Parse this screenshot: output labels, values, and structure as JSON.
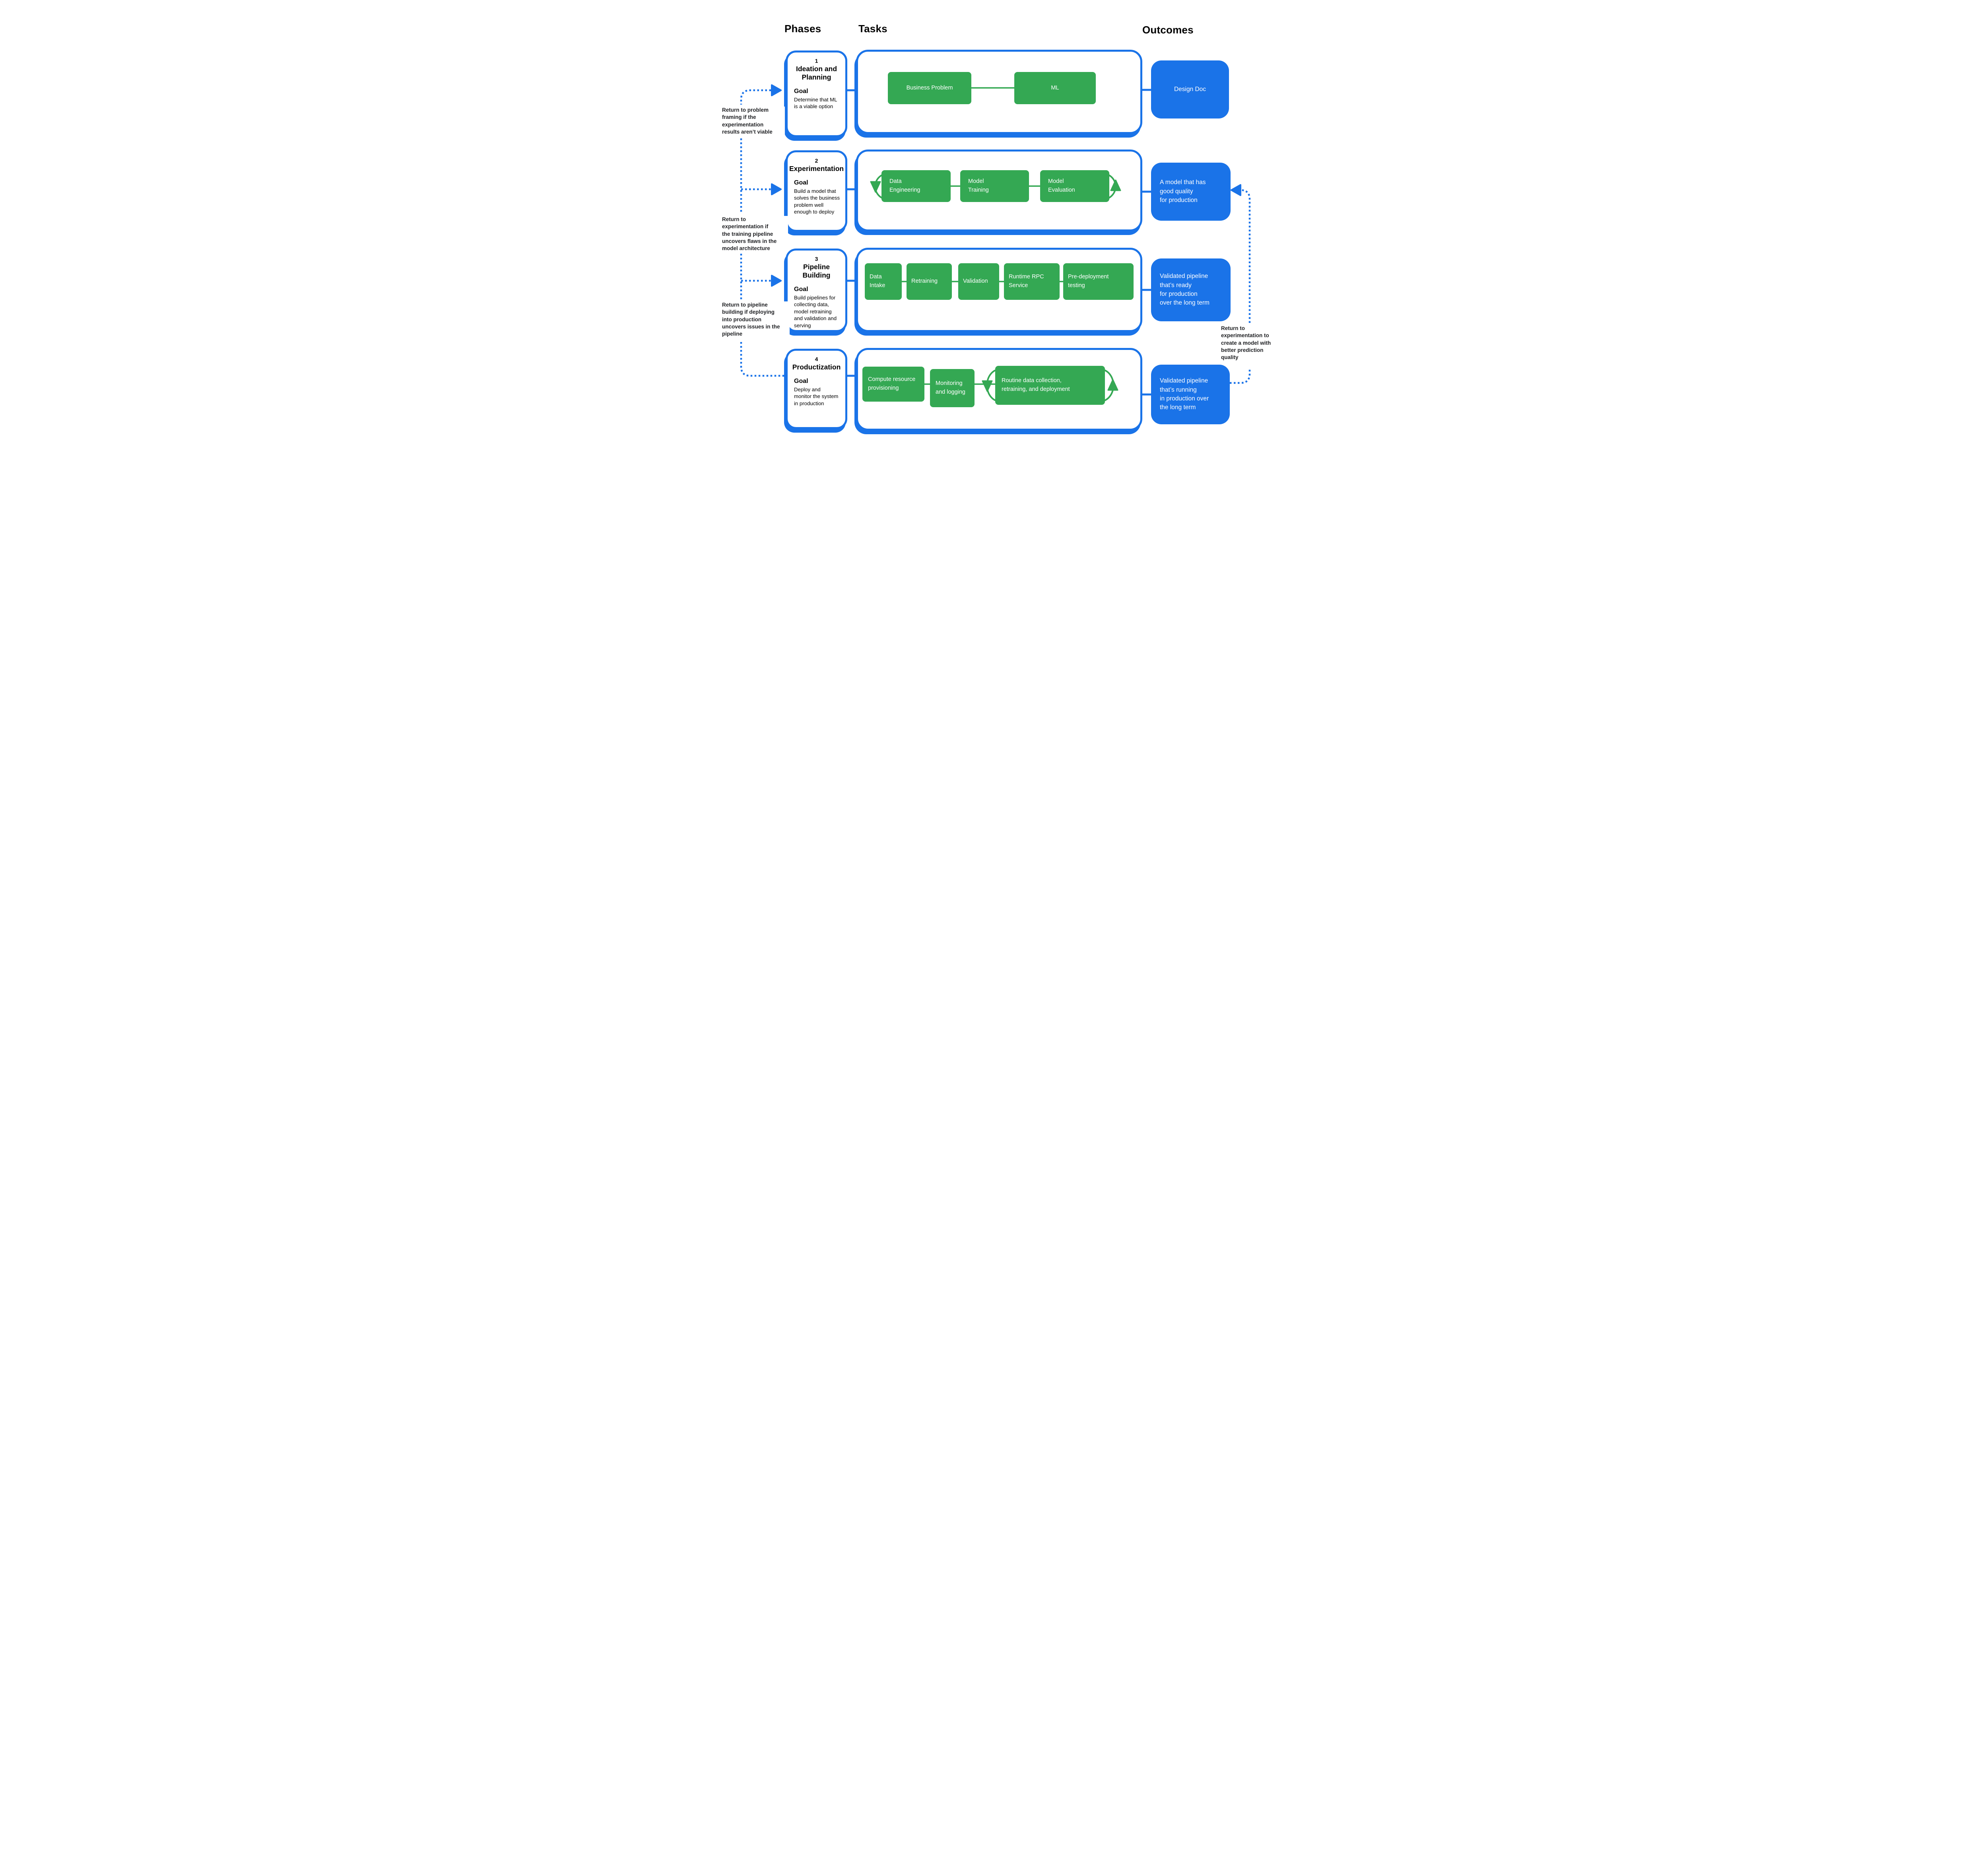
{
  "colors": {
    "blue": "#1a73e8",
    "green": "#34a853",
    "label_text": "#202124"
  },
  "headers": {
    "phases": "Phases",
    "tasks": "Tasks",
    "outcomes": "Outcomes"
  },
  "phases": [
    {
      "number": "1",
      "title": "Ideation and Planning",
      "goal_label": "Goal",
      "goal": "Determine that ML\nis a viable option",
      "tasks": [
        "Business Problem",
        "ML"
      ],
      "outcome": "Design Doc"
    },
    {
      "number": "2",
      "title": "Experimentation",
      "goal_label": "Goal",
      "goal": "Build a model that\nsolves the business\nproblem well\nenough to deploy",
      "tasks": [
        "Data\nEngineering",
        "Model\nTraining",
        "Model\nEvaluation"
      ],
      "outcome": "A model that has\ngood quality\nfor production"
    },
    {
      "number": "3",
      "title": "Pipeline Building",
      "goal_label": "Goal",
      "goal": "Build pipelines for\ncollecting data,\nmodel retraining\nand validation and\nserving",
      "tasks": [
        "Data\nIntake",
        "Retraining",
        "Validation",
        "Runtime RPC\nService",
        "Pre-deployment\ntesting"
      ],
      "outcome": "Validated pipeline\nthat’s ready\nfor production\nover the long term"
    },
    {
      "number": "4",
      "title": "Productization",
      "goal_label": "Goal",
      "goal": "Deploy and\nmonitor the system\nin production",
      "tasks": [
        "Compute resource\nprovisioning",
        "Monitoring\nand logging",
        "Routine data collection,\nretraining, and deployment"
      ],
      "outcome": "Validated pipeline\nthat’s running\nin production over\nthe long term"
    }
  ],
  "return_paths": {
    "to_problem_framing": "Return to problem\nframing if the\nexperimentation\nresults aren’t viable",
    "to_experimentation": "Return to\nexperimentation if\nthe training pipeline\nuncovers flaws in the\nmodel architecture",
    "to_pipeline_building": "Return to pipeline\nbuilding if deploying\ninto production\nuncovers issues in the\npipeline",
    "to_experimentation_quality": "Return to\nexperimentation to\ncreate a model with\nbetter prediction\nquality"
  }
}
